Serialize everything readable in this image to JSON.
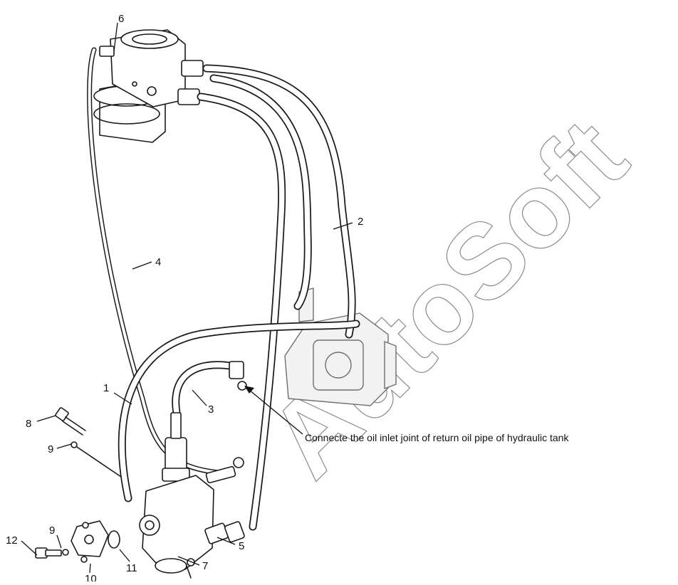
{
  "callouts": [
    {
      "id": "1",
      "label": "1"
    },
    {
      "id": "2",
      "label": "2"
    },
    {
      "id": "3",
      "label": "3"
    },
    {
      "id": "4",
      "label": "4"
    },
    {
      "id": "5",
      "label": "5"
    },
    {
      "id": "6",
      "label": "6"
    },
    {
      "id": "7",
      "label": "7"
    },
    {
      "id": "8",
      "label": "8"
    },
    {
      "id": "9a",
      "label": "9"
    },
    {
      "id": "9b",
      "label": "9"
    },
    {
      "id": "10",
      "label": "10"
    },
    {
      "id": "11",
      "label": "11"
    },
    {
      "id": "12",
      "label": "12"
    }
  ],
  "note": "Connecte the oil inlet joint of return oil pipe of hydraulic tank",
  "watermark": "AutoSoft"
}
